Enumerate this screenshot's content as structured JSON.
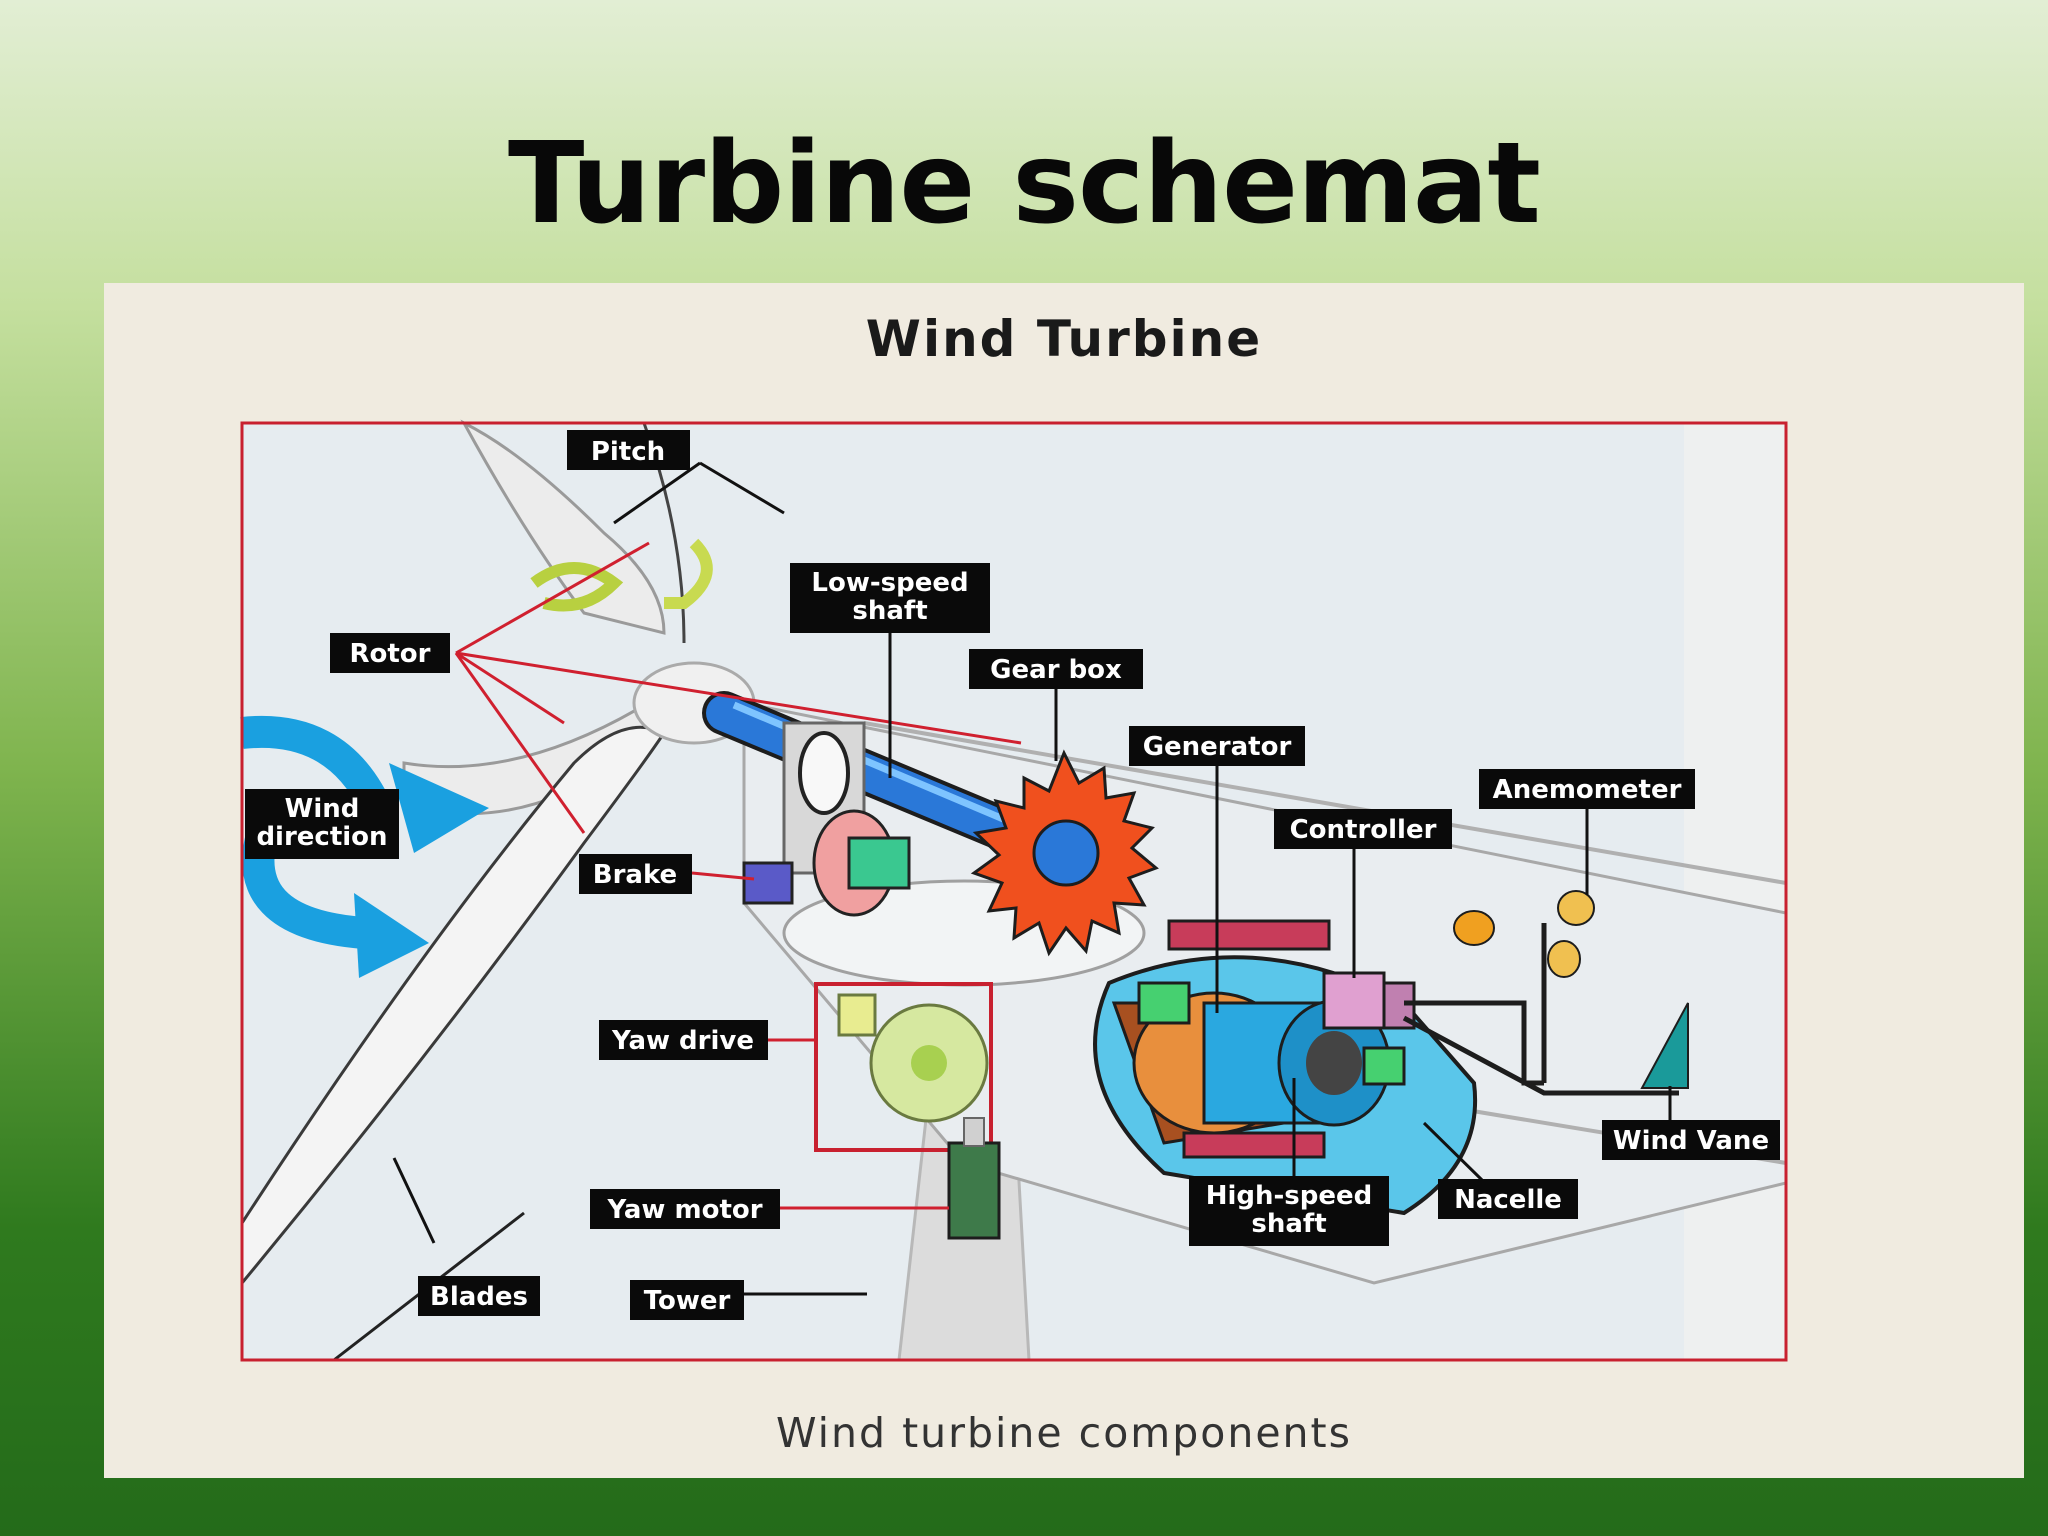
{
  "slide": {
    "title": "Turbine schemat"
  },
  "figure": {
    "title": "Wind Turbine",
    "caption": "Wind turbine components"
  },
  "labels": {
    "pitch": "Pitch",
    "low_speed_shaft_1": "Low-speed",
    "low_speed_shaft_2": "shaft",
    "gear_box": "Gear box",
    "rotor": "Rotor",
    "generator": "Generator",
    "anemometer": "Anemometer",
    "controller": "Controller",
    "wind_direction_1": "Wind",
    "wind_direction_2": "direction",
    "brake": "Brake",
    "yaw_drive": "Yaw drive",
    "wind_vane": "Wind Vane",
    "high_speed_shaft_1": "High-speed",
    "high_speed_shaft_2": "shaft",
    "nacelle": "Nacelle",
    "yaw_motor": "Yaw motor",
    "blades": "Blades",
    "tower": "Tower"
  },
  "colors": {
    "frame": "#c8202f",
    "leader_red": "#d0202f",
    "gear": "#f0501e",
    "shaft": "#2a78d8",
    "generator": "#2aa8e0",
    "wind_arrow": "#1aa0e0",
    "label_bg": "#0a0a0a"
  }
}
